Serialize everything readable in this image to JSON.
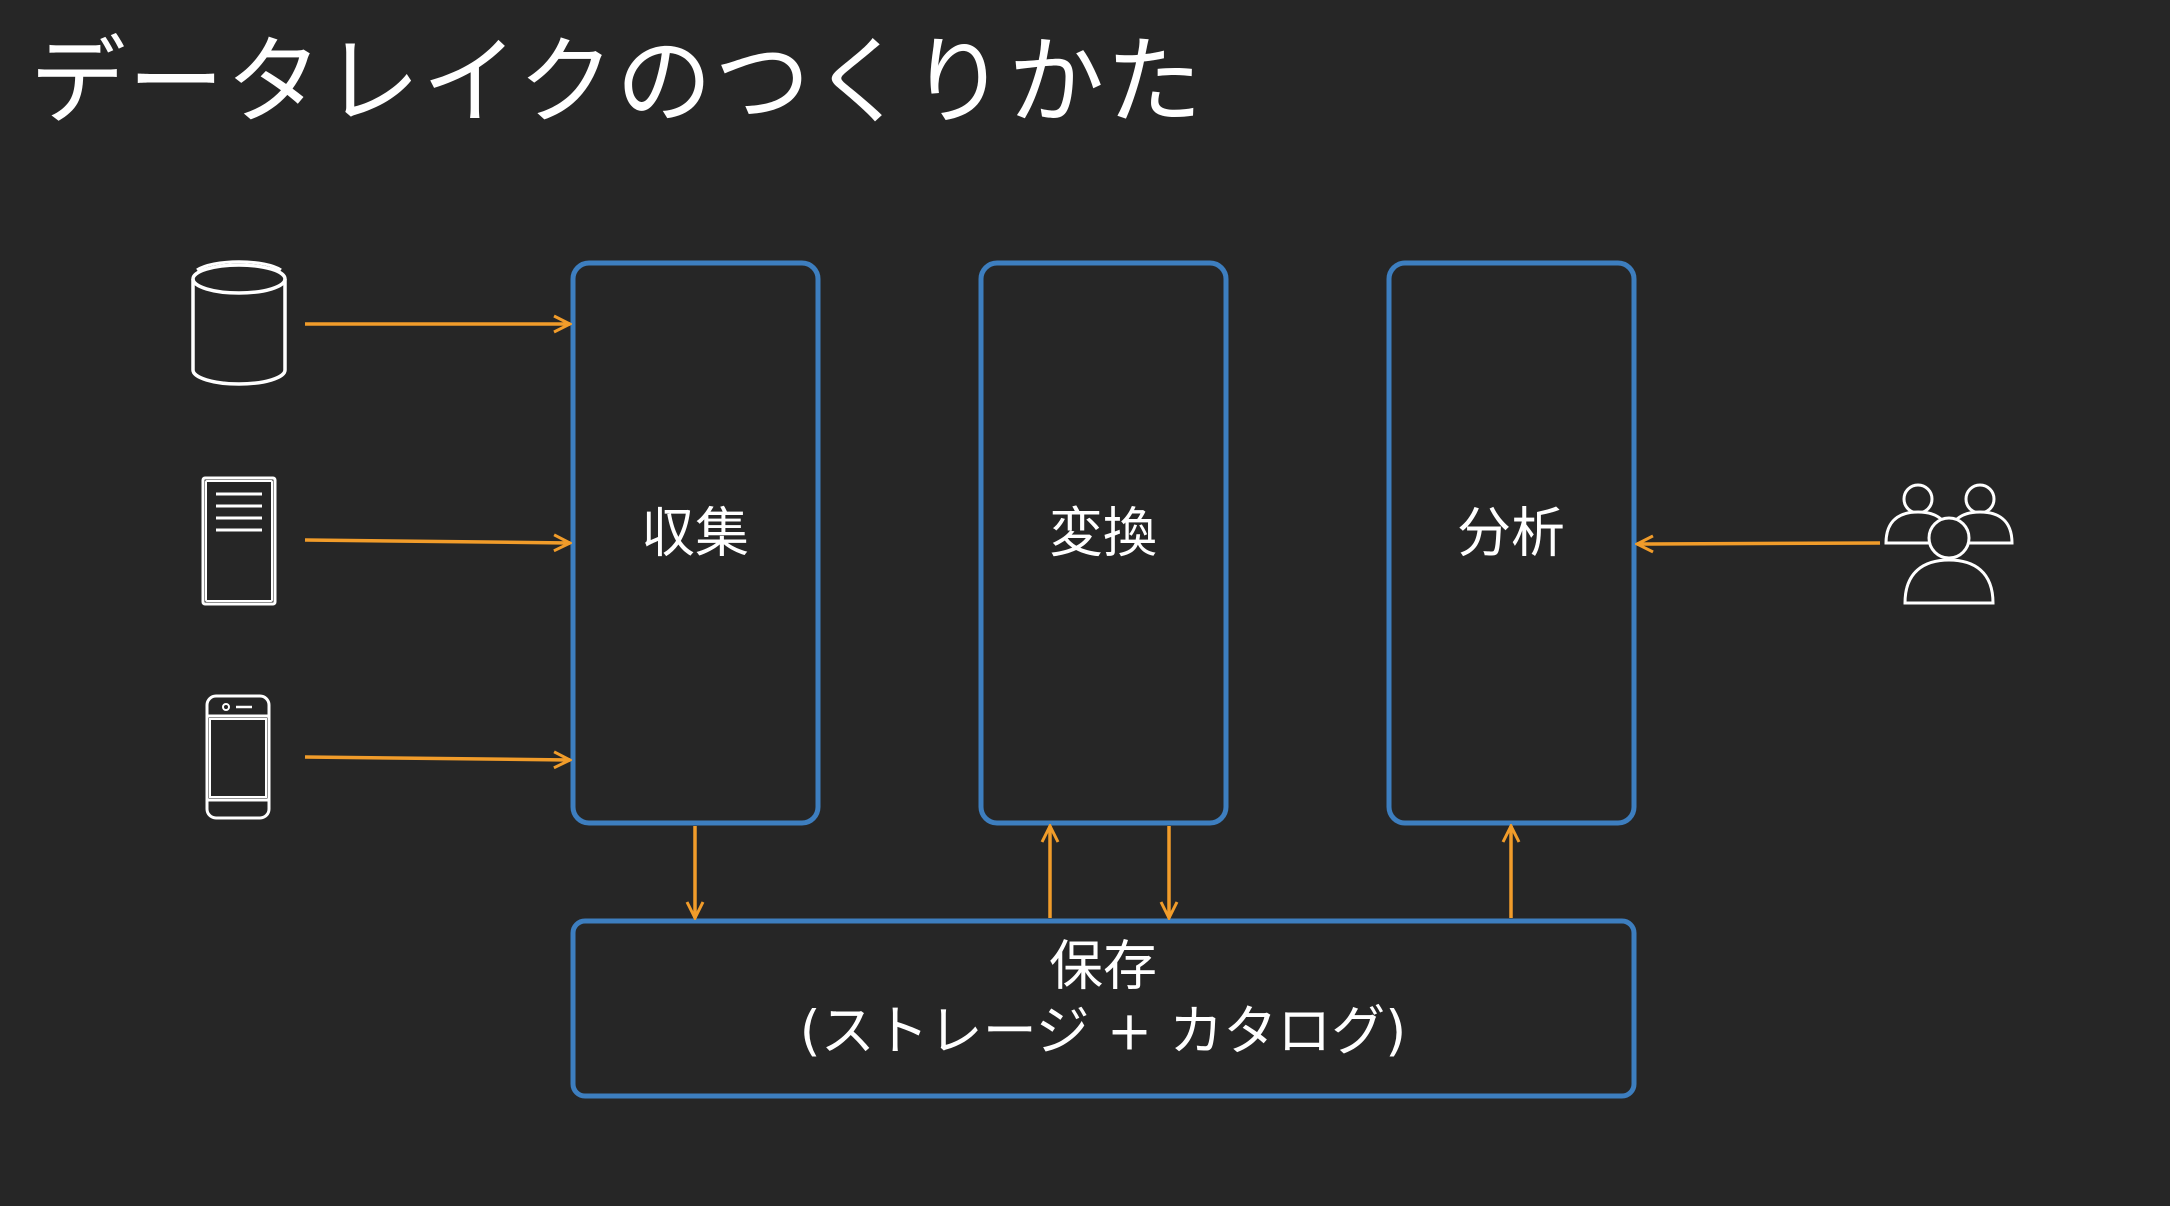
{
  "title": "データレイクのつくりかた",
  "colors": {
    "background": "#262626",
    "box_stroke": "#3d7ebf",
    "arrow": "#f19c2a",
    "icon_stroke": "#ffffff",
    "text": "#ffffff"
  },
  "sources": [
    {
      "icon": "database-icon"
    },
    {
      "icon": "server-icon"
    },
    {
      "icon": "mobile-phone-icon"
    }
  ],
  "consumer": {
    "icon": "users-group-icon"
  },
  "stages": {
    "collect": "収集",
    "transform": "変換",
    "analyze": "分析"
  },
  "storage": {
    "line1": "保存",
    "line2": "(ストレージ + カタログ)"
  }
}
